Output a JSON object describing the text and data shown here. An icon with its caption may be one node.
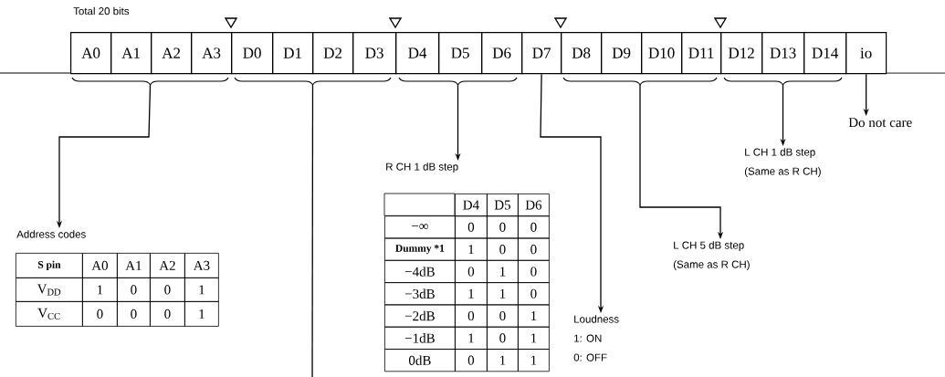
{
  "diagram": {
    "nodes": [
      {
        "text": [
          "A0"
        ]
      },
      {
        "text": [
          "A1"
        ]
      },
      {
        "text": [
          "A2"
        ]
      },
      {
        "text": [
          "A3"
        ]
      },
      {
        "text": [
          "D0"
        ]
      },
      {
        "text": [
          "D1"
        ]
      },
      {
        "text": [
          "D2"
        ]
      },
      {
        "text": [
          "D3"
        ]
      },
      {
        "text": [
          "D4"
        ]
      },
      {
        "text": [
          "D5"
        ]
      },
      {
        "text": [
          "D6"
        ]
      },
      {
        "text": [
          "D7"
        ]
      },
      {
        "text": [
          "D8"
        ]
      },
      {
        "text": [
          "D9"
        ]
      },
      {
        "text": [
          "D10"
        ]
      },
      {
        "text": [
          "D11"
        ]
      },
      {
        "text": [
          "D12"
        ]
      },
      {
        "text": [
          "D13"
        ]
      },
      {
        "text": [
          "D14"
        ]
      },
      {
        "text": [
          "io"
        ]
      },
      {
        "text": [],
        "shape": "brace"
      },
      {
        "text": [],
        "shape": "brace"
      },
      {
        "text": [],
        "shape": "brace"
      },
      {
        "text": [],
        "shape": "brace"
      },
      {
        "text": [],
        "shape": "brace"
      },
      {
        "text": [
          "Address codes"
        ]
      },
      {
        "text": [
          "R CH 1 dB step"
        ]
      },
      {
        "text": [
          "Loudness",
          "1: ON",
          "0: OFF"
        ]
      },
      {
        "text": [
          "L CH 5 dB step",
          "(Same as R CH)"
        ]
      },
      {
        "text": [
          "L CH 1 dB step",
          "(Same as R CH)"
        ]
      },
      {
        "text": [
          "Do not care"
        ]
      }
    ],
    "edges": [
      {
        "from": 20,
        "to": 25,
        "arrow": "to"
      },
      {
        "from": 21,
        "to": null,
        "arrow": "none"
      },
      {
        "from": 22,
        "to": 26,
        "arrow": "to"
      },
      {
        "from": 11,
        "to": 27,
        "arrow": "to"
      },
      {
        "from": 23,
        "to": 28,
        "arrow": "to"
      },
      {
        "from": 24,
        "to": 29,
        "arrow": "to"
      },
      {
        "from": 19,
        "to": 30,
        "arrow": "to"
      }
    ],
    "labels": [
      "Total 20 bits",
      "S pin",
      "A0",
      "A1",
      "A2",
      "A3",
      "V$_{DD}$",
      "1",
      "0",
      "0",
      "1",
      "V$_{CC}$",
      "0",
      "0",
      "0",
      "1",
      "D4",
      "D5",
      "D6",
      "−∞",
      "0",
      "0",
      "0",
      "Dummy *1",
      "1",
      "0",
      "0",
      "−4dB",
      "0",
      "1",
      "0",
      "−3dB",
      "1",
      "1",
      "0",
      "−2dB",
      "0",
      "0",
      "1",
      "−1dB",
      "1",
      "0",
      "1",
      "0dB",
      "0",
      "1",
      "1"
    ]
  }
}
